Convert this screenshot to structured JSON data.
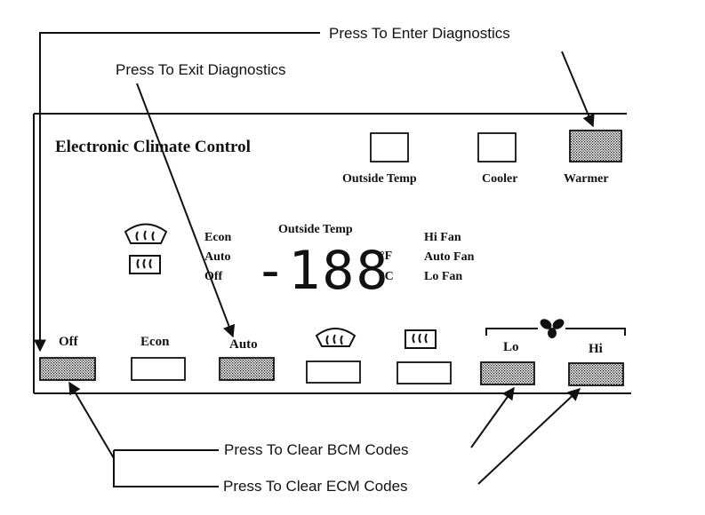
{
  "callouts": {
    "enter_diagnostics": "Press To Enter Diagnostics",
    "exit_diagnostics": "Press To Exit Diagnostics",
    "clear_bcm": "Press To Clear BCM Codes",
    "clear_ecm": "Press To Clear ECM Codes"
  },
  "panel": {
    "title": "Electronic Climate Control",
    "top_buttons": {
      "outside_temp": "Outside Temp",
      "cooler": "Cooler",
      "warmer": "Warmer"
    },
    "display": {
      "mode_econ": "Econ",
      "mode_auto": "Auto",
      "mode_off": "Off",
      "temp_label": "Outside Temp",
      "readout": "-188",
      "unit_f": "°F",
      "unit_c": "°C",
      "fan_hi": "Hi Fan",
      "fan_auto": "Auto Fan",
      "fan_lo": "Lo Fan"
    },
    "bottom_buttons": {
      "off": "Off",
      "econ": "Econ",
      "auto": "Auto",
      "lo": "Lo",
      "hi": "Hi"
    }
  },
  "icons": {
    "front_defrost": "front-defrost-icon",
    "rear_defrost": "rear-defrost-icon",
    "fan": "fan-icon"
  },
  "colors": {
    "ink": "#111111",
    "paper": "#ffffff"
  }
}
